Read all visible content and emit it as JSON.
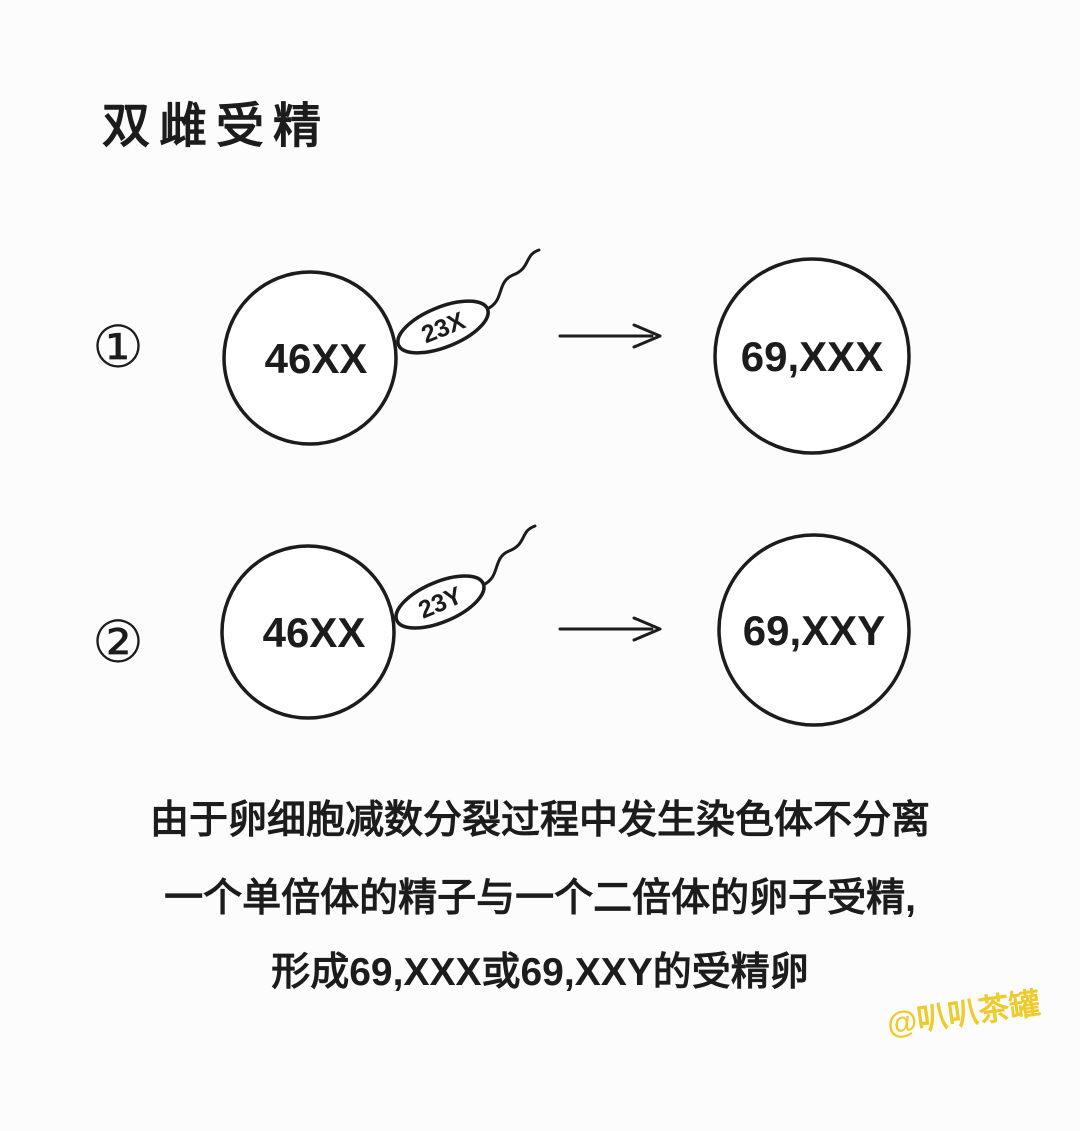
{
  "page": {
    "title": "双雌受精",
    "watermark": "@叭叭茶罐",
    "background_color": "#fcfcfc",
    "ink_color": "#1c1c1c",
    "watermark_color": "#eecb2d"
  },
  "diagram": {
    "rows": [
      {
        "index_label": "①",
        "egg_label": "46XX",
        "sperm_label": "23X",
        "result_label": "69,XXX"
      },
      {
        "index_label": "②",
        "egg_label": "46XX",
        "sperm_label": "23Y",
        "result_label": "69,XXY"
      }
    ]
  },
  "caption": {
    "lines": [
      "由于卵细胞减数分裂过程中发生染色体不分离",
      "一个单倍体的精子与一个二倍体的卵子受精,",
      "形成69,XXX或69,XXY的受精卵"
    ]
  }
}
